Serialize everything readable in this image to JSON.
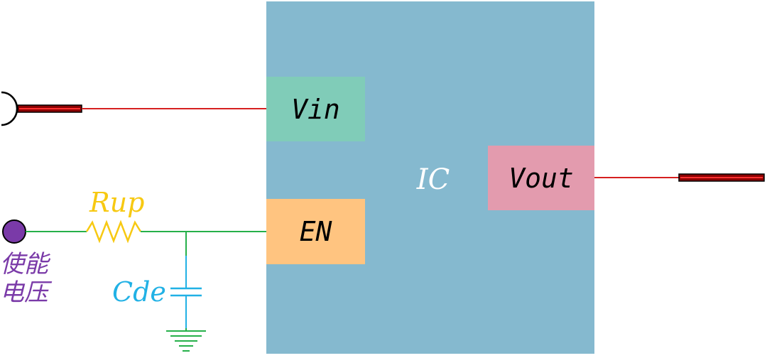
{
  "ic": {
    "label": "IC",
    "body_color": "#85b9cf"
  },
  "pins": {
    "vin": {
      "label": "Vin",
      "color": "#80ccb8"
    },
    "en": {
      "label": "EN",
      "color": "#ffc480"
    },
    "vout": {
      "label": "Vout",
      "color": "#e39bae"
    }
  },
  "components": {
    "resistor": {
      "label": "Rup",
      "color": "#f7c912"
    },
    "capacitor": {
      "label": "Cde",
      "color": "#21b1e5"
    },
    "enable_source": {
      "label_line1": "使能",
      "label_line2": "电压",
      "color": "#7a3aa8"
    }
  },
  "wire_colors": {
    "power": "#d62020",
    "enable": "#26b04a",
    "ground": "#26b04a"
  },
  "icons": {
    "input_connector": "jack-connector-icon",
    "output_connector": "output-bar-icon",
    "ground": "ground-icon",
    "enable_terminal": "terminal-dot-icon"
  }
}
